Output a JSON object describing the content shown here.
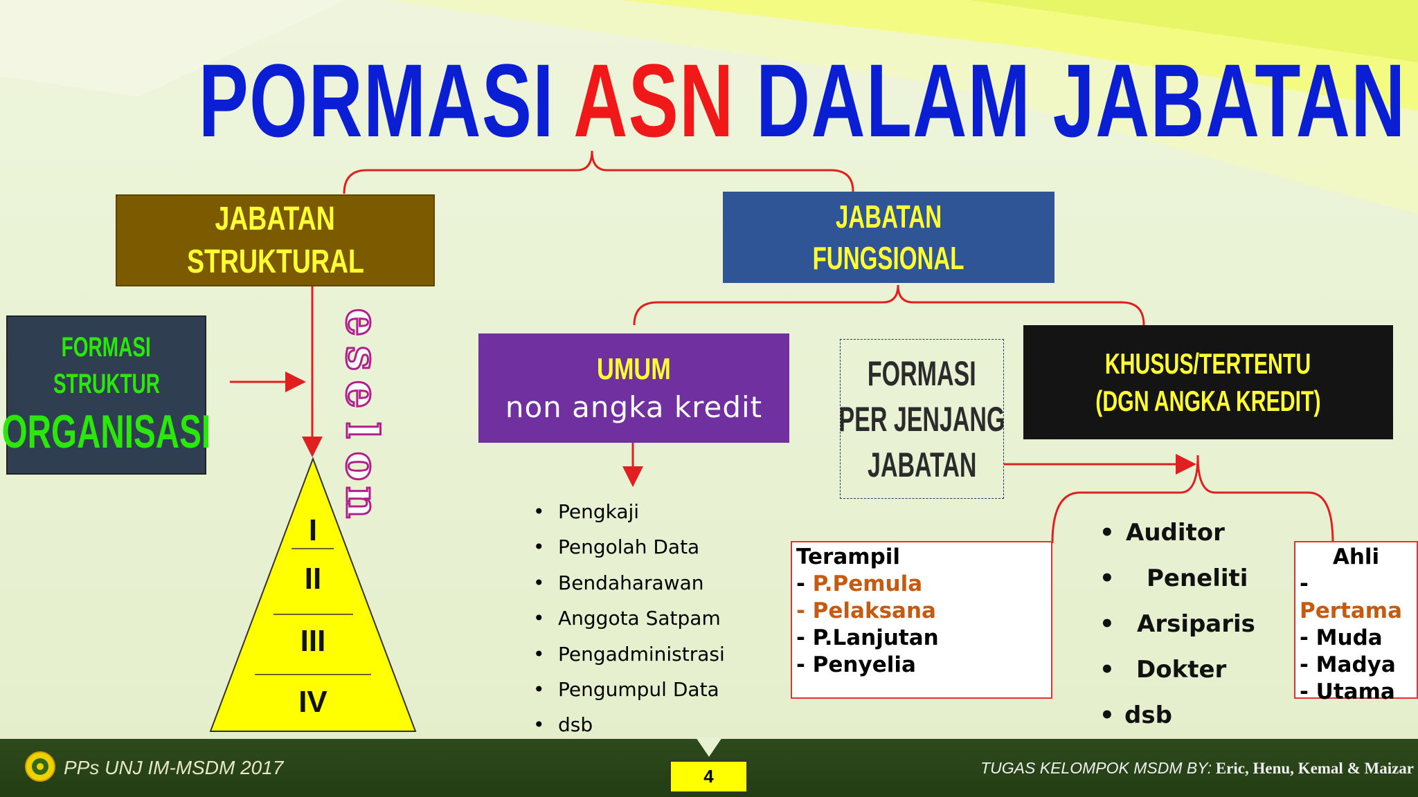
{
  "title": {
    "part1": "PORMASI",
    "part2": "ASN",
    "part3": "DALAM JABATAN"
  },
  "struktural": {
    "line1": "JABATAN",
    "line2": "STRUKTURAL"
  },
  "fungsional": {
    "line1": "JABATAN",
    "line2": "FUNGSIONAL"
  },
  "formasi_org": {
    "line1": "FORMASI",
    "line2": "STRUKTUR",
    "line3": "ORGANISASI"
  },
  "eselon": {
    "letters": [
      "e",
      "s",
      "e",
      "l",
      "o",
      "n"
    ]
  },
  "pyramid": {
    "levels": [
      "I",
      "II",
      "III",
      "IV"
    ]
  },
  "umum": {
    "line1": "UMUM",
    "line2": "non angka kredit"
  },
  "umum_list": [
    "Pengkaji",
    "Pengolah Data",
    "Bendaharawan",
    "Anggota Satpam",
    "Pengadministrasi",
    "Pengumpul Data",
    "dsb"
  ],
  "jenjang": {
    "line1": "FORMASI",
    "line2": "PER JENJANG",
    "line3": "JABATAN"
  },
  "khusus": {
    "line1": "KHUSUS/TERTENTU",
    "line2": "(DGN ANGKA KREDIT)"
  },
  "terampil": {
    "heading": "Terampil",
    "items": [
      "P.Pemula",
      "Pelaksana",
      "P.Lanjutan",
      "Penyelia"
    ]
  },
  "khusus_list": [
    "Auditor",
    "Peneliti",
    "Arsiparis",
    "Dokter",
    "dsb"
  ],
  "ahli": {
    "heading": "Ahli",
    "items": [
      "Pertama",
      "Muda",
      "Madya",
      "Utama"
    ]
  },
  "footer": {
    "left": "PPs UNJ IM-MSDM 2017",
    "right_italic": "TUGAS KELOMPOK MSDM  BY:",
    "right_names": "Eric, Henu, Kemal & Maizar",
    "page": "4"
  },
  "colors": {
    "title_blue": "#0a1fd4",
    "title_red": "#f01818",
    "connector": "#e02020",
    "struktural": "#7b5a00",
    "fungsional": "#2f5597",
    "umum": "#7030a0",
    "khusus": "#141414",
    "pyramid": "#ffff00"
  }
}
